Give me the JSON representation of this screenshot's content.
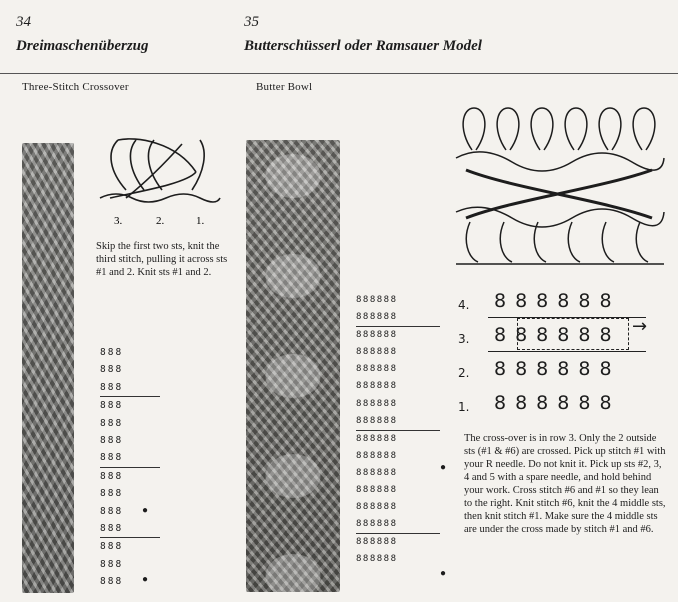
{
  "left": {
    "page_number": "34",
    "title": "Dreimaschenüberzug",
    "subtitle": "Three-Stitch Crossover",
    "diagram_labels": [
      "3.",
      "2.",
      "1."
    ],
    "instructions": "Skip the first two sts, knit the third stitch, pulling it across sts #1 and 2. Knit sts #1 and 2.",
    "chart_rows": [
      "888",
      "888",
      "888",
      "888",
      "888",
      "888",
      "888",
      "888",
      "888",
      "888",
      "888",
      "888",
      "888",
      "888"
    ]
  },
  "right": {
    "page_number": "35",
    "title": "Butterschüsserl oder Ramsauer Model",
    "subtitle": "Butter Bowl",
    "chart_rows": [
      "888888",
      "888888",
      "888888",
      "888888",
      "888888",
      "888888",
      "888888",
      "888888",
      "888888",
      "888888",
      "888888",
      "888888",
      "888888",
      "888888",
      "888888",
      "888888"
    ],
    "big_chart": {
      "row_labels": [
        "4.",
        "3.",
        "2.",
        "1."
      ],
      "rows": [
        "888888",
        "888888",
        "888888",
        "888888"
      ]
    },
    "instructions": "The cross-over is in row 3. Only the 2 outside sts (#1 & #6) are crossed. Pick up stitch #1 with your R needle. Do not knit it. Pick up sts #2, 3, 4 and 5 with a spare needle, and hold behind your work. Cross stitch #6 and #1 so they lean to the right. Knit stitch #6, knit the 4 middle sts, then knit stitch #1. Make sure the 4 middle sts are under the cross made by stitch #1 and #6."
  }
}
